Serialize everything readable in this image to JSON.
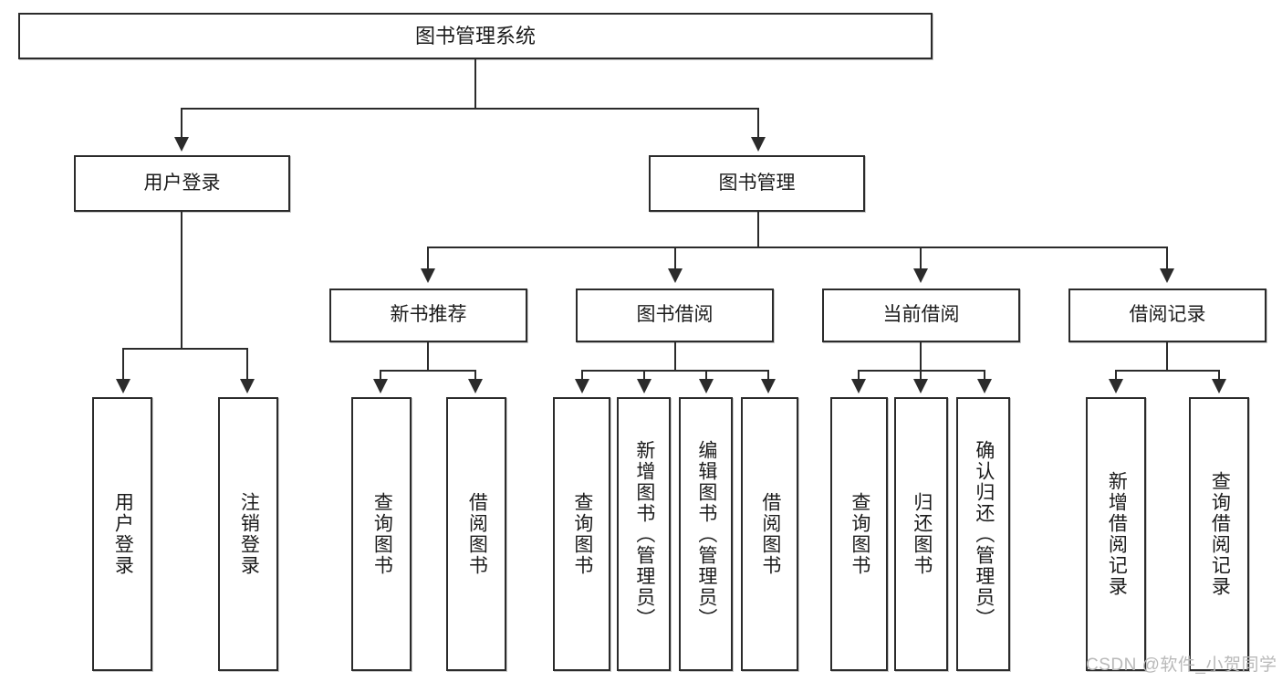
{
  "diagram": {
    "title": "图书管理系统",
    "type": "tree-hierarchy",
    "levels": 4,
    "colors": {
      "box_border": "#2b2b2b",
      "box_fill": "#ffffff",
      "connector": "#2b2b2b",
      "text": "#1b1b1b",
      "watermark": "#b9b9b9",
      "background": "#ffffff"
    }
  },
  "nodes": {
    "root": {
      "label": "图书管理系统"
    },
    "level2": [
      {
        "id": "user-login",
        "label": "用户登录"
      },
      {
        "id": "book-management",
        "label": "图书管理"
      }
    ],
    "level3": [
      {
        "id": "new-book-recommend",
        "label": "新书推荐"
      },
      {
        "id": "book-borrow",
        "label": "图书借阅"
      },
      {
        "id": "current-borrow",
        "label": "当前借阅"
      },
      {
        "id": "borrow-record",
        "label": "借阅记录"
      }
    ],
    "leaves": {
      "user_login": [
        {
          "id": "leaf-user-login",
          "label": "用户登录"
        },
        {
          "id": "leaf-logout-login",
          "label": "注销登录"
        }
      ],
      "new_book_recommend": [
        {
          "id": "leaf-query-book-1",
          "label": "查询图书"
        },
        {
          "id": "leaf-borrow-book-1",
          "label": "借阅图书"
        }
      ],
      "book_borrow": [
        {
          "id": "leaf-query-book-2",
          "label": "查询图书"
        },
        {
          "id": "leaf-add-book",
          "label": "新增图书（管理员）"
        },
        {
          "id": "leaf-edit-book",
          "label": "编辑图书（管理员）"
        },
        {
          "id": "leaf-borrow-book-2",
          "label": "借阅图书"
        }
      ],
      "current_borrow": [
        {
          "id": "leaf-query-book-3",
          "label": "查询图书"
        },
        {
          "id": "leaf-return-book",
          "label": "归还图书"
        },
        {
          "id": "leaf-confirm-return",
          "label": "确认归还（管理员）"
        }
      ],
      "borrow_record": [
        {
          "id": "leaf-add-borrow-record",
          "label": "新增借阅记录"
        },
        {
          "id": "leaf-query-borrow-record",
          "label": "查询借阅记录"
        }
      ]
    }
  },
  "watermark": {
    "text": "CSDN @软件_小贺同学"
  }
}
